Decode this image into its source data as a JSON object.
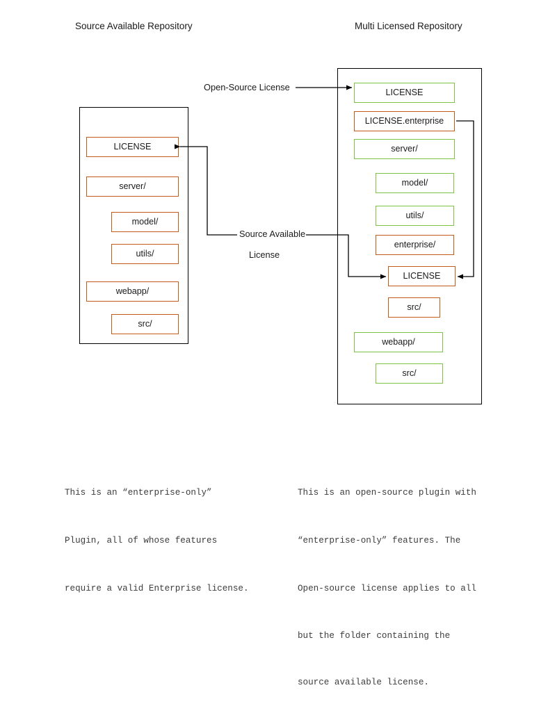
{
  "titles": {
    "left": "Source Available Repository",
    "right": "Multi Licensed Repository"
  },
  "colors": {
    "orange": "#C05A16",
    "green": "#7DC242",
    "container_border": "#000000",
    "arrow": "#000000",
    "text": "#1a1a1a",
    "caption_text": "#3c3c3c",
    "background": "#ffffff"
  },
  "left_repo": {
    "nodes": [
      {
        "label": "LICENSE",
        "color": "orange",
        "indent": 0
      },
      {
        "label": "server/",
        "color": "orange",
        "indent": 0
      },
      {
        "label": "model/",
        "color": "orange",
        "indent": 1
      },
      {
        "label": "utils/",
        "color": "orange",
        "indent": 1
      },
      {
        "label": "webapp/",
        "color": "orange",
        "indent": 0
      },
      {
        "label": "src/",
        "color": "orange",
        "indent": 1
      }
    ]
  },
  "right_repo": {
    "nodes": [
      {
        "label": "LICENSE",
        "color": "green",
        "indent": 0
      },
      {
        "label": "LICENSE.enterprise",
        "color": "orange",
        "indent": 0
      },
      {
        "label": "server/",
        "color": "green",
        "indent": 0
      },
      {
        "label": "model/",
        "color": "green",
        "indent": 1
      },
      {
        "label": "utils/",
        "color": "green",
        "indent": 1
      },
      {
        "label": "enterprise/",
        "color": "orange",
        "indent": 1
      },
      {
        "label": "LICENSE",
        "color": "orange",
        "indent": 1
      },
      {
        "label": "src/",
        "color": "orange",
        "indent": 1
      },
      {
        "label": "webapp/",
        "color": "green",
        "indent": 0
      },
      {
        "label": "src/",
        "color": "green",
        "indent": 1
      }
    ]
  },
  "edges": {
    "open_source_license": "Open-Source License",
    "source_available_line1": "Source Available",
    "source_available_line2": "License"
  },
  "captions": {
    "left": "This is an “enter­prise-only”\nPlugin, all of whose features\nrequire a valid Enterprise license.",
    "left_lines": [
      "This is an “enterprise-only”",
      "Plugin, all of whose features",
      "require a valid Enterprise license."
    ],
    "right_lines": [
      "This is an open-source plugin with",
      "“enterprise-only” features. The",
      "Open-source license applies to all",
      "but the folder containing the",
      "source available license."
    ]
  }
}
